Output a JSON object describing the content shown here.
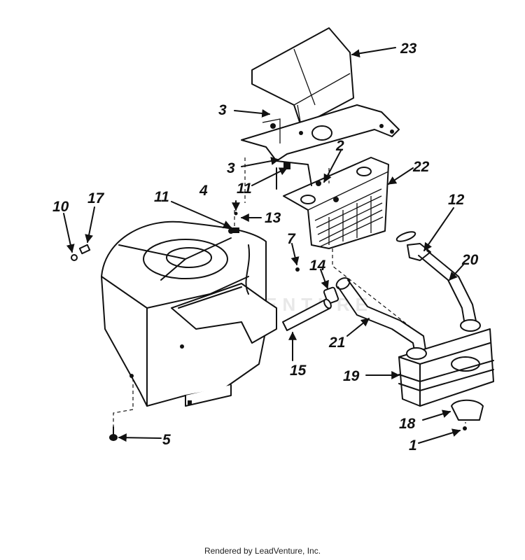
{
  "watermark": "LEADVENTURE",
  "footer": "Rendered by LeadVenture, Inc.",
  "labels": {
    "l23": "23",
    "l3a": "3",
    "l3b": "3",
    "l2": "2",
    "l22": "22",
    "l11a": "11",
    "l11b": "11",
    "l4": "4",
    "l13": "13",
    "l10": "10",
    "l17": "17",
    "l12": "12",
    "l7": "7",
    "l14": "14",
    "l20": "20",
    "l21": "21",
    "l15": "15",
    "l19": "19",
    "l18": "18",
    "l5": "5",
    "l1": "1"
  }
}
